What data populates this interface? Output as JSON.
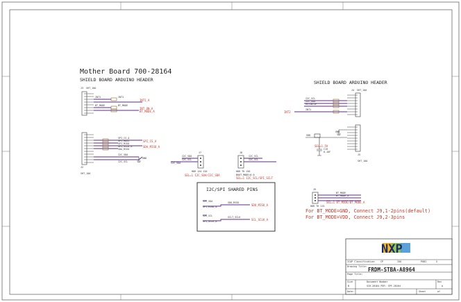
{
  "sheet": {
    "title": "Mother Board 700-28164",
    "subtitle_left": "SHIELD BOARD ARDUINO HEADER",
    "subtitle_right": "SHIELD BOARD ARDUINO HEADER"
  },
  "connectors": {
    "j3": {
      "ref": "J3",
      "part": "SHT_10A"
    },
    "j2": {
      "ref": "J2",
      "part": "SHT_10A"
    },
    "j4": {
      "ref": "J4",
      "part": "SHT_10A"
    },
    "j5": {
      "ref": "J5",
      "part": "SHT_10A"
    },
    "j7": {
      "ref": "J7",
      "part": "HDR 1X4 120"
    },
    "j8": {
      "ref": "J8",
      "part": "HDR TH 156"
    },
    "j9": {
      "ref": "J9",
      "part": "HDR TH 115"
    }
  },
  "nets": {
    "left_top": [
      "INT1",
      "INT1",
      "BT_MODE",
      "BT_MODE"
    ],
    "left_top_out": [
      "INT1_A",
      "INT_ON_A",
      "BT_MODE_A"
    ],
    "left_bottom": [
      "SPI_CS_A",
      "SPI_MOSI",
      "SPI_MISO",
      "SPI_SCLK_A",
      "SDA_MISO",
      "I2C_SDA",
      "I2C_SCL"
    ],
    "left_bottom_out": [
      "SPI_CS_A",
      "SDA_MISO_A"
    ],
    "right_top": [
      "I2C_SCL",
      "I2C_SDA",
      "RSTINTIP",
      "INT1"
    ],
    "right_top_in": "INT2",
    "gnd": "GND",
    "j7_nets": [
      "I2C_SDA",
      "I2C_SCL"
    ],
    "j7_label": "I2C_SDA",
    "j7_note": "SEL=1 I2C_SDA/I2C_SDA",
    "j8_nets": [
      "I2C_SCL",
      "I2C_SCL"
    ],
    "j8_note": "BOOT_MODE=0.0",
    "j8_note2": "SEL=1 I2C_SCL/SPI_SCLT",
    "j9_nets": [
      "BT_MODE",
      "BT_MODE_A"
    ],
    "j9_note": "SEL=1 BT_MODE/BT_MODE_A",
    "right_mid_nets": [
      "VDD",
      "GND",
      "SEL=1.5V",
      "C19",
      "0.1UF"
    ]
  },
  "shared": {
    "title": "I2C/SPI SHARED PINS",
    "rows": [
      {
        "a": "I2C_SDA",
        "b": "SPI_MISO_A",
        "c": "SDO_MISO",
        "d": "SDO_MISO_A"
      },
      {
        "a": "I2C_SCL",
        "b": "SPI_SCLK_A",
        "c": "SCLT_SCLK",
        "d": "SCL_SCLK_A"
      }
    ]
  },
  "notes": [
    "For BT_MODE=GND, Connect J9,1-2pins(default)",
    "For BT_MODE=VDD, Connect J9,2-3pins"
  ],
  "title_block": {
    "logo": "NXP",
    "classification_label": "ICAP Classification:",
    "cp": "CP",
    "iuo": "IUO",
    "pubi": "PUBI",
    "mark": "X",
    "drawing_title_label": "Drawing Title:",
    "drawing_title": "FRDM-STBA-A8964",
    "page_title_label": "Page Title:",
    "size_label": "Size",
    "size": "B",
    "doc_label": "Document Number",
    "doc_number": "SCH-28164 PDF: SPF-28164",
    "rev_label": "Rev",
    "rev": "A",
    "date_label": "Date:",
    "sheet_label": "Sheet",
    "sheet": "of"
  }
}
